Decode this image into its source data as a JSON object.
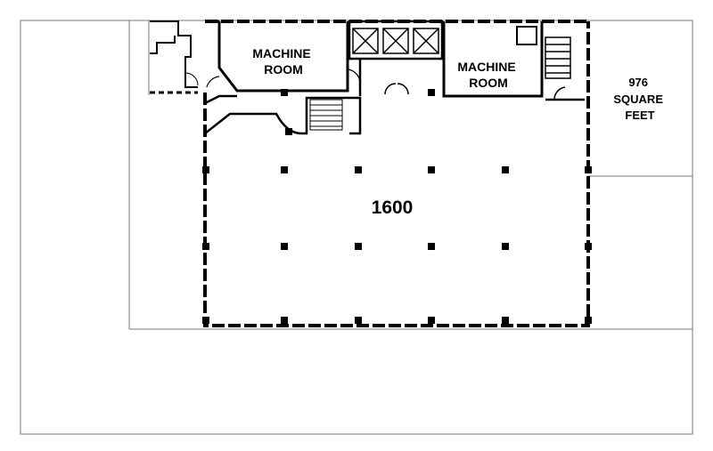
{
  "colors": {
    "background": "#ffffff",
    "line": "#000000",
    "grid_line": "#777777"
  },
  "labels": {
    "machine_room_left": [
      "MACHINE",
      "ROOM"
    ],
    "machine_room_right": [
      "MACHINE",
      "ROOM"
    ],
    "side_suite": [
      "976",
      "SQUARE",
      "FEET"
    ],
    "main_suite": "1600"
  }
}
